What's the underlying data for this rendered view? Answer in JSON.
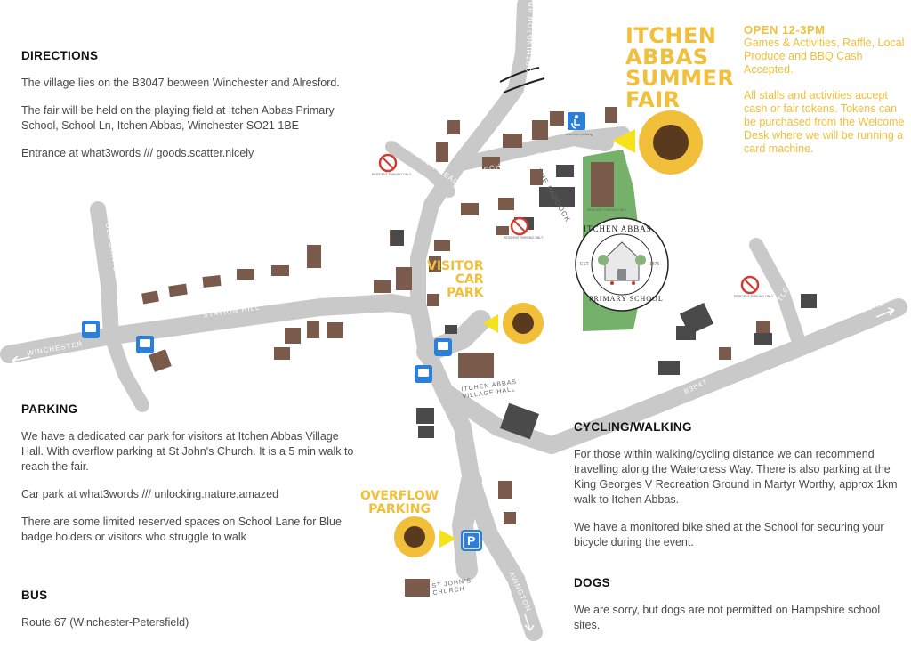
{
  "directions": {
    "heading": "DIRECTIONS",
    "p1": "The village lies on the B3047 between Winchester and Alresford.",
    "p2": "The fair will be held on the playing field at Itchen Abbas Primary School, School Ln, Itchen Abbas, Winchester SO21 1BE",
    "p3": "Entrance at what3words /// goods.scatter.nicely"
  },
  "parking": {
    "heading": "PARKING",
    "p1": "We have a dedicated car park for visitors at Itchen Abbas Village Hall. With overflow parking at St John's Church. It is a 5 min walk to reach the fair.",
    "p2": "Car park at what3words /// unlocking.nature.amazed",
    "p3": "There are some limited reserved spaces on School Lane for Blue badge holders or visitors who struggle to walk"
  },
  "bus": {
    "heading": "BUS",
    "p1": "Route 67 (Winchester-Petersfield)"
  },
  "cycling": {
    "heading": "CYCLING/WALKING",
    "p1": "For those within walking/cycling distance we can recommend travelling along the Watercress Way. There is also parking at the King Georges V Recreation Ground in Martyr Worthy, approx 1km walk to Itchen Abbas.",
    "p2": "We have a monitored bike shed at the School for securing your bicycle during the event."
  },
  "dogs": {
    "heading": "DOGS",
    "p1": "We are sorry, but dogs are not permitted on Hampshire school sites."
  },
  "fair": {
    "title_line1": "ITCHEN",
    "title_line2": "ABBAS",
    "title_line3": "SUMMER",
    "title_line4": "FAIR",
    "open": "OPEN 12-3PM",
    "activities": "Games & Activities, Raffle, Local Produce and BBQ Cash Accepted.",
    "tokens": "All stalls and activities accept cash or fair tokens. Tokens can be purchased from the Welcome Desk where we will be running a card machine."
  },
  "map_labels": {
    "visitor_car_park_1": "VISITOR",
    "visitor_car_park_2": "CAR",
    "visitor_car_park_3": "PARK",
    "overflow_1": "OVERFLOW",
    "overflow_2": "PARKING",
    "winchester": "WINCHESTER",
    "alresford": "ALRESFORD",
    "station_hill": "STATION HILL",
    "old_station_rd": "OLD STATION RD",
    "shelley_close": "SHELLEY CLOSE",
    "northington_rd": "NORTHINGTON RD",
    "harrison_meadows": "HARRISON MEADOWS",
    "school_lane": "SCHOOL LANE",
    "the_paddock": "THE PADDOCK",
    "little_hayes_lane": "LITTLE HAYES LANE",
    "b3047": "B3047",
    "avington": "AVINGTON",
    "village_hall_1": "ITCHEN ABBAS",
    "village_hall_2": "VILLAGE HALL",
    "church_1": "ST JOHN'S",
    "church_2": "CHURCH",
    "school_badge_top": "ITCHEN ABBAS",
    "school_badge_bottom": "PRIMARY SCHOOL",
    "school_est": "EST.",
    "school_year": "1875",
    "disabled_parking": "reserved parking",
    "no_parking_1": "RESIDENT PARKING ONLY",
    "no_parking_2": "RESIDENT PARKING ONLY",
    "no_parking_3": "RESIDENT PARKING ONLY",
    "no_parking_4": "RESIDENT PARKING ONLY",
    "parking_sign": "P"
  },
  "colors": {
    "road": "#c9c9c9",
    "building": "#7a5a4a",
    "building_dark": "#4a4a4a",
    "field": "#75b16a",
    "accent": "#f2bf3a",
    "bus_icon": "#2a7fd8"
  }
}
